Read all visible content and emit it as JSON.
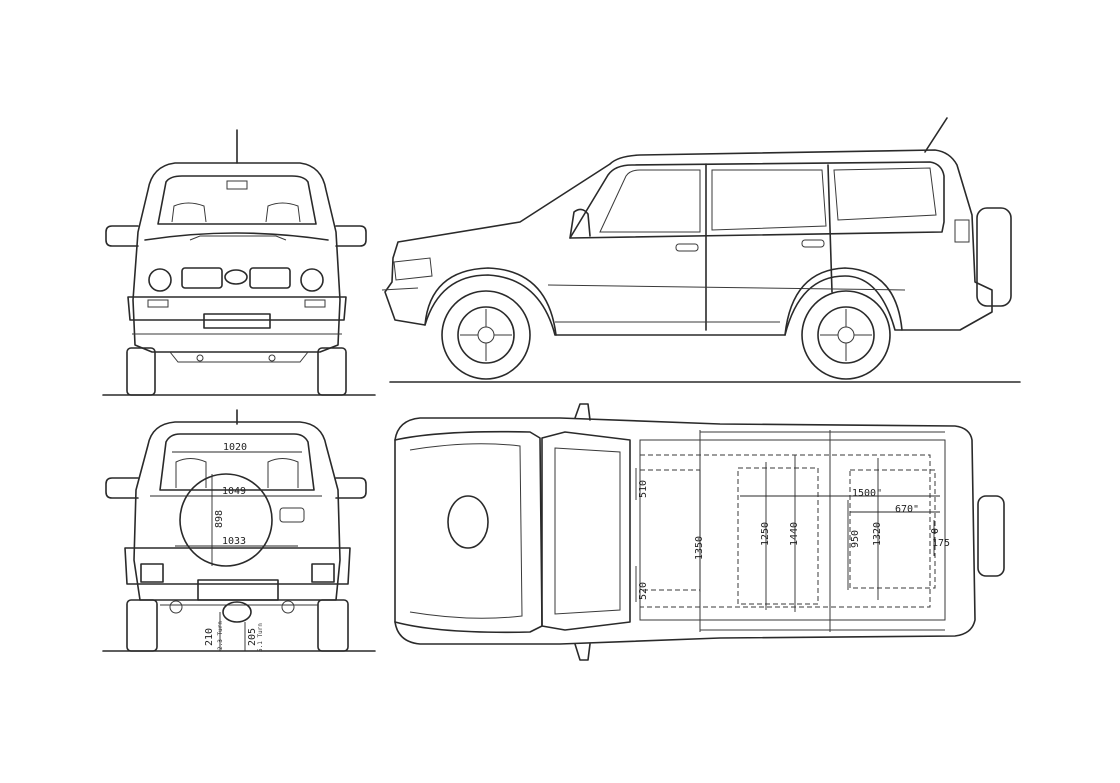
{
  "dimensions": {
    "rear_width_top": "1020",
    "rear_width_mid": "1049",
    "rear_height": "898",
    "rear_width_bottom": "1033",
    "ground_clearance_a": "210",
    "ground_clearance_b": "205",
    "clearance_note_a": "2.3 Turn",
    "clearance_note_b": "5.1 Turn",
    "cargo_length": "1500\"",
    "cargo_length_b": "670\"",
    "cab_width_a": "1350",
    "cab_width_b": "1250",
    "cab_width_c": "1440",
    "cargo_width_a": "950",
    "cargo_width_b": "1320",
    "seat_depth_top": "510",
    "seat_depth_bottom": "520",
    "rear_overhang": "175",
    "small_zero": "0"
  }
}
